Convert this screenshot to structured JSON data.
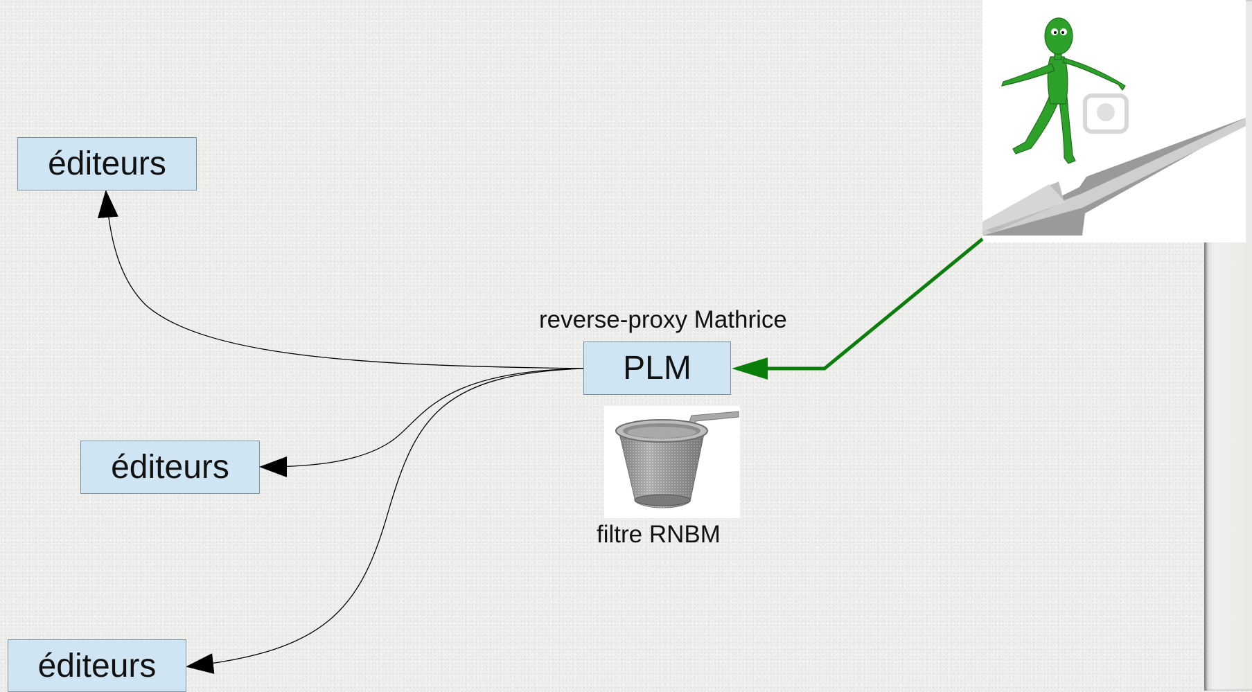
{
  "nodes": {
    "editeurs_top": "éditeurs",
    "editeurs_middle": "éditeurs",
    "editeurs_bottom": "éditeurs",
    "plm": "PLM"
  },
  "labels": {
    "proxy": "reverse-proxy Mathrice",
    "filter": "filtre RNBM"
  },
  "colors": {
    "node_fill": "#cfe5f3",
    "node_border": "#7c8f9c",
    "green_arrow": "#0a7d0a",
    "figure_green": "#2ea12a"
  },
  "icons": {
    "walker": "green-figure-walking-on-arrow-icon",
    "filter": "tea-strainer-icon"
  }
}
